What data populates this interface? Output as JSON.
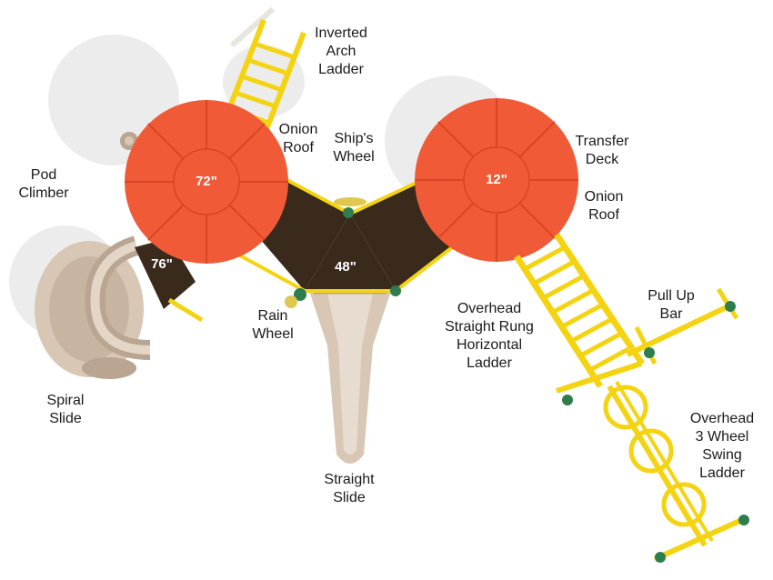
{
  "colors": {
    "roof": "#f05a36",
    "roof_dark": "#d84624",
    "deck": "#3a2a1c",
    "frame": "#f4d412",
    "slide": "#d8c7b4",
    "slide_dark": "#b9a591",
    "shadow": "#ececec",
    "bolt": "#2e7d4f"
  },
  "labels": {
    "inverted_arch_ladder": "Inverted\nArch\nLadder",
    "onion_roof_left": "Onion\nRoof",
    "ships_wheel": "Ship's\nWheel",
    "transfer_deck": "Transfer\nDeck",
    "onion_roof_right": "Onion\nRoof",
    "pod_climber": "Pod\nClimber",
    "pull_up_bar": "Pull Up\nBar",
    "rain_wheel": "Rain\nWheel",
    "overhead_straight_rung": "Overhead\nStraight Rung\nHorizontal\nLadder",
    "spiral_slide": "Spiral\nSlide",
    "overhead_3_wheel": "Overhead\n3 Wheel\nSwing\nLadder",
    "straight_slide": "Straight\nSlide"
  },
  "heights": {
    "left_roof": "72\"",
    "right_roof": "12\"",
    "spiral_deck": "76\"",
    "center_deck": "48\""
  }
}
